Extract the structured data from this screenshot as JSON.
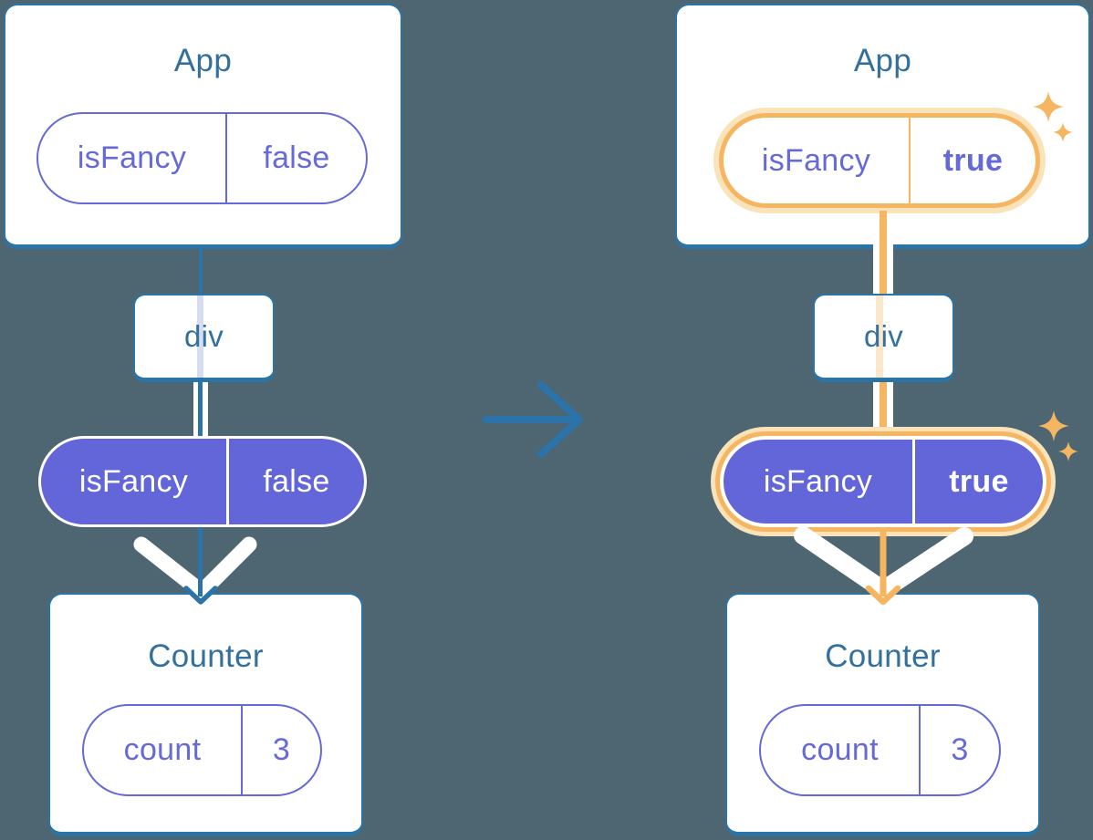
{
  "colors": {
    "background": "#4D6671",
    "card_border_blue": "#2B74A6",
    "component_name_text": "#33709D",
    "prop_purple": "#666AD8",
    "prop_pill_fill": "#6366D8",
    "highlight_orange": "#F5B561",
    "highlight_orange_pale": "#FAE3B9",
    "faded_line_blue": "#D6DCF2",
    "faded_line_orange": "#FAE8CB",
    "arrow_blue": "#2B73A8",
    "arrow_white": "#FFFFFF"
  },
  "before": {
    "app": {
      "title": "App",
      "prop_name": "isFancy",
      "prop_value": "false"
    },
    "div_label": "div",
    "passed_prop_name": "isFancy",
    "passed_prop_value": "false",
    "counter": {
      "title": "Counter",
      "state_name": "count",
      "state_value": "3"
    }
  },
  "after": {
    "app": {
      "title": "App",
      "prop_name": "isFancy",
      "prop_value": "true"
    },
    "div_label": "div",
    "passed_prop_name": "isFancy",
    "passed_prop_value": "true",
    "counter": {
      "title": "Counter",
      "state_name": "count",
      "state_value": "3"
    }
  },
  "icons": {
    "transition": "right-arrow",
    "prop_flow": "down-arrow",
    "highlight": "sparkles"
  }
}
